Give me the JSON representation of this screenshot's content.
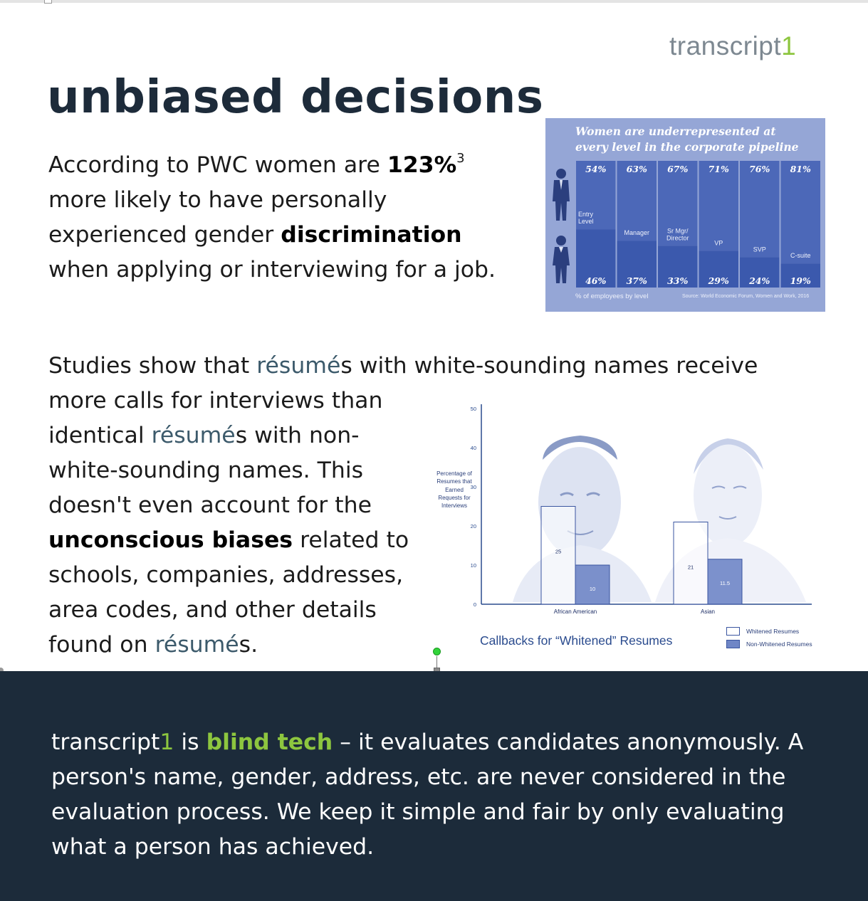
{
  "logo": {
    "word": "transcript",
    "digit": "1"
  },
  "title": "unbiased decisions",
  "intro": {
    "l1a": "According to PWC women are ",
    "l1b": "123%",
    "l1sup": "3",
    "l2": "more likely to have personally",
    "l3a": "experienced gender ",
    "l3b": "discrimination",
    "l4": "when applying or interviewing for a job."
  },
  "pipeline": {
    "title_l1": "Women are underrepresented at",
    "title_l2": "every level in the corporate pipeline",
    "levels": [
      {
        "label": "Entry\nLevel",
        "men": "54%",
        "women": "46%",
        "women_share": 46
      },
      {
        "label": "Manager",
        "men": "63%",
        "women": "37%",
        "women_share": 37
      },
      {
        "label": "Sr Mgr/\nDirector",
        "men": "67%",
        "women": "33%",
        "women_share": 33
      },
      {
        "label": "VP",
        "men": "71%",
        "women": "29%",
        "women_share": 29
      },
      {
        "label": "SVP",
        "men": "76%",
        "women": "24%",
        "women_share": 24
      },
      {
        "label": "C-suite",
        "men": "81%",
        "women": "19%",
        "women_share": 19
      }
    ],
    "note": "% of employees by level",
    "source": "Source: World Economic Forum, Women and Work, 2016",
    "colors": {
      "panel": "#95a6d6",
      "men": "#4c68b8",
      "women": "#3b59ad"
    }
  },
  "studies": {
    "l1a": "Studies show that ",
    "l1b": "résumé",
    "l1c": "s with white-sounding names receive",
    "l2": "more calls for interviews than",
    "l3a": "identical ",
    "l3b": "résumé",
    "l3c": "s with non-",
    "l4": "white-sounding names. This",
    "l5": "doesn't even account for the",
    "l6a": "unconscious biases",
    "l6b": " related to",
    "l7": "schools, companies, addresses,",
    "l8": "area codes, and other details",
    "l9a": "found on ",
    "l9b": "résumé",
    "l9c": "s."
  },
  "chart_data": {
    "type": "bar",
    "title": "Callbacks for “Whitened” Resumes",
    "ylabel": "Percentage of Resumes that Earned Requests for Interviews",
    "categories": [
      "African American",
      "Asian"
    ],
    "series": [
      {
        "name": "Whitened Resumes",
        "values": [
          25,
          21
        ]
      },
      {
        "name": "Non-Whitened Resumes",
        "values": [
          10,
          11.5
        ]
      }
    ],
    "ylim": [
      0,
      50
    ],
    "yticks": [
      "0",
      "10",
      "20",
      "30",
      "40",
      "50"
    ],
    "value_labels": [
      "25",
      "10",
      "21",
      "11.5"
    ],
    "grid": false,
    "legend": "bottom-right",
    "colors": {
      "whitened": "#ffffff",
      "non_whitened": "#6f86c6",
      "axis": "#2a4b8e"
    }
  },
  "footer": {
    "brand": "transcript",
    "brand_digit": "1",
    "is": " is ",
    "blind": "blind tech",
    "rest1": " – it evaluates candidates anonymously. A",
    "l2": "person's name, gender, address, etc. are never considered in the",
    "l3": "evaluation process. We keep it simple and fair by only evaluating",
    "l4": "what a person has achieved."
  }
}
